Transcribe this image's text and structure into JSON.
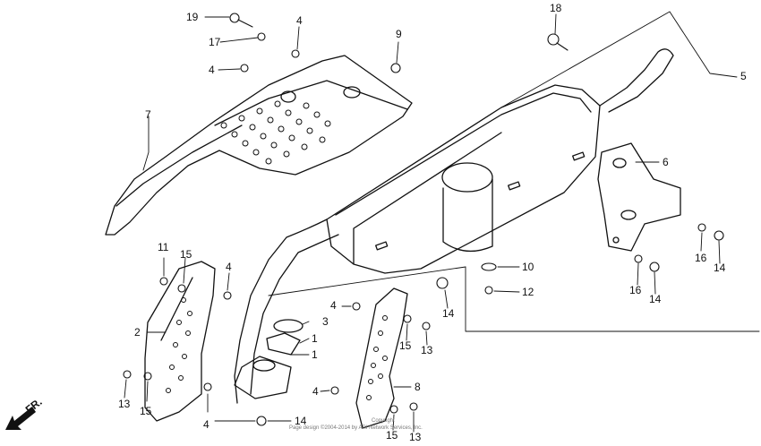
{
  "diagram": {
    "callouts": [
      {
        "id": "c19",
        "text": "19"
      },
      {
        "id": "c17",
        "text": "17"
      },
      {
        "id": "c4a",
        "text": "4"
      },
      {
        "id": "c4b",
        "text": "4"
      },
      {
        "id": "c9",
        "text": "9"
      },
      {
        "id": "c18",
        "text": "18"
      },
      {
        "id": "c5",
        "text": "5"
      },
      {
        "id": "c7",
        "text": "7"
      },
      {
        "id": "c6",
        "text": "6"
      },
      {
        "id": "c16a",
        "text": "16"
      },
      {
        "id": "c14a",
        "text": "14"
      },
      {
        "id": "c16b",
        "text": "16"
      },
      {
        "id": "c14b",
        "text": "14"
      },
      {
        "id": "c11",
        "text": "11"
      },
      {
        "id": "c15a",
        "text": "15"
      },
      {
        "id": "c4c",
        "text": "4"
      },
      {
        "id": "c10",
        "text": "10"
      },
      {
        "id": "c12",
        "text": "12"
      },
      {
        "id": "c4d",
        "text": "4"
      },
      {
        "id": "c14c",
        "text": "14"
      },
      {
        "id": "c2",
        "text": "2"
      },
      {
        "id": "c3",
        "text": "3"
      },
      {
        "id": "c1a",
        "text": "1"
      },
      {
        "id": "c15b",
        "text": "15"
      },
      {
        "id": "c13a",
        "text": "13"
      },
      {
        "id": "c1b",
        "text": "1"
      },
      {
        "id": "c13b",
        "text": "13"
      },
      {
        "id": "c15c",
        "text": "15"
      },
      {
        "id": "c4e",
        "text": "4"
      },
      {
        "id": "c8",
        "text": "8"
      },
      {
        "id": "c4f",
        "text": "4"
      },
      {
        "id": "c14d",
        "text": "14"
      },
      {
        "id": "c15d",
        "text": "15"
      },
      {
        "id": "c13c",
        "text": "13"
      }
    ],
    "front_indicator": "FR.",
    "copyright_line1": "Copyright",
    "copyright_line2": "Page design ©2004-2014 by ARI Network Services, Inc."
  },
  "colors": {
    "ink": "#111111",
    "paper": "#ffffff"
  }
}
